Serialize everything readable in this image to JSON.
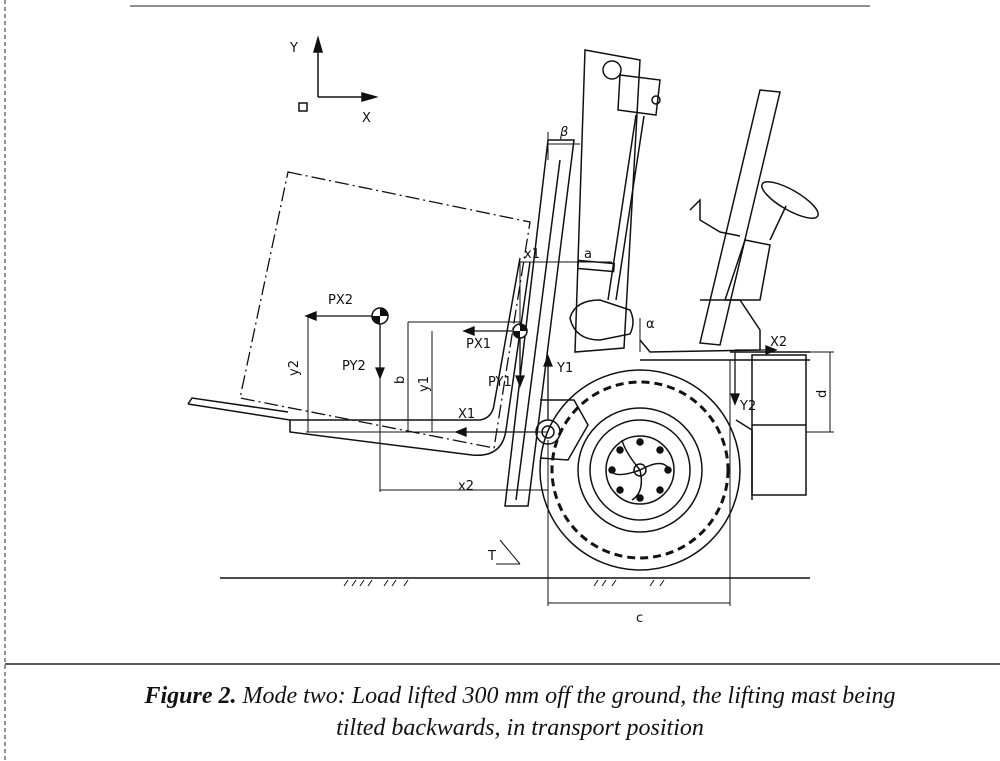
{
  "figure": {
    "caption_label": "Figure 2.",
    "caption_text": "Mode two: Load lifted 300 mm off the ground, the lifting mast being tilted backwards, in transport position"
  },
  "axes_icon": {
    "y_label": "Y",
    "x_label": "X"
  },
  "diagram_labels": {
    "beta": "β",
    "x1": "x1",
    "a": "a",
    "alpha": "α",
    "PX2": "PX2",
    "PY2": "PY2",
    "PX1": "PX1",
    "PY1": "PY1",
    "Y1": "Y1",
    "X1": "X1",
    "X2": "X2",
    "Y2": "Y2",
    "y2": "y2",
    "b": "b",
    "y1": "y1",
    "x2": "x2",
    "d": "d",
    "T": "T",
    "c": "c"
  }
}
